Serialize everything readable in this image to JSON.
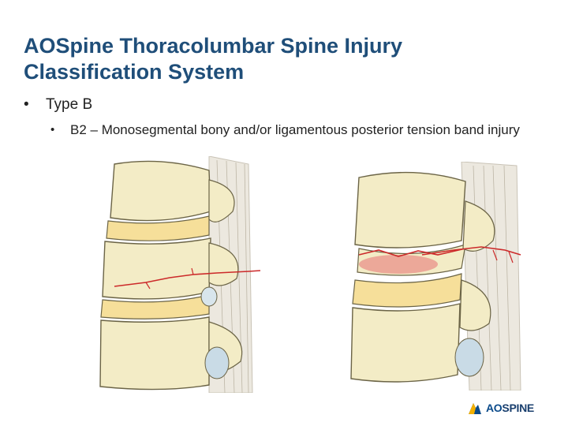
{
  "slide": {
    "title": "AOSpine Thoracolumbar Spine Injury Classification System",
    "bullets": [
      {
        "marker": "•",
        "text": "Type B"
      },
      {
        "marker": "•",
        "text": "B2 – Monosegmental bony and/or ligamentous posterior tension band injury"
      }
    ]
  },
  "figures": [
    {
      "name": "spine-illustration-lateral",
      "description_colors": {
        "bone": "#f3ecc6",
        "disc": "#f6df9a",
        "fracture": "#cc2a2a"
      }
    },
    {
      "name": "spine-illustration-oblique",
      "description_colors": {
        "bone": "#f3ecc6",
        "disc": "#f6df9a",
        "fracture": "#cc2a2a"
      }
    }
  ],
  "logo": {
    "ao": "AO",
    "spine": "SPINE"
  },
  "colors": {
    "title": "#1f4e79",
    "text": "#222222"
  }
}
